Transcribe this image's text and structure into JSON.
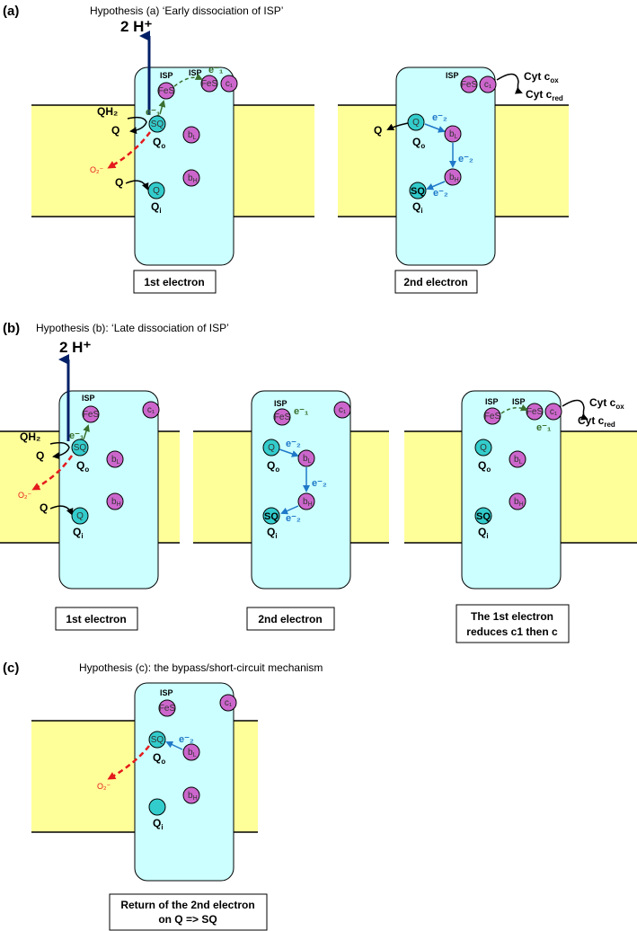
{
  "colors": {
    "membrane": "#ffff99",
    "complex": "#ccffff",
    "quinone": "#33cccc",
    "heme": "#cc66cc",
    "electron_blue": "#1f78c8",
    "electron_green": "#3a6f2e",
    "proton_arrow": "#001f66",
    "superoxide": "#e41a1c"
  },
  "panels": [
    {
      "label": "(a)",
      "title": "Hypothesis (a) ‘Early dissociation of ISP’"
    },
    {
      "label": "(b)",
      "title": "Hypothesis (b): ‘Late dissociation of ISP’"
    },
    {
      "label": "(c)",
      "title": "Hypothesis (c): the bypass/short-circuit mechanism"
    }
  ],
  "protons": "2 H⁺",
  "labels": {
    "isp": "ISP",
    "fes": "FeS",
    "c1": "c₁",
    "bl": "b",
    "bh": "b",
    "bl_sub": "L",
    "bh_sub": "H",
    "q": "Q",
    "sq": "SQ",
    "qh2": "QH₂",
    "qo": "Q",
    "qo_sub": "o",
    "qi": "Q",
    "qi_sub": "i",
    "o2": "O₂⁻",
    "e1": "e⁻₁",
    "e2": "e⁻₂",
    "cyt_ox": "Cyt c",
    "cyt_ox_sub": "ox",
    "cyt_red": "Cyt c",
    "cyt_red_sub": "red"
  },
  "captions": {
    "a1": "1st electron",
    "a2": "2nd electron",
    "b1": "1st electron",
    "b2": "2nd electron",
    "b3": [
      "The 1st electron",
      "reduces c1 then c"
    ],
    "c1": [
      "Return of the 2nd electron",
      "on Q => SQ"
    ]
  }
}
